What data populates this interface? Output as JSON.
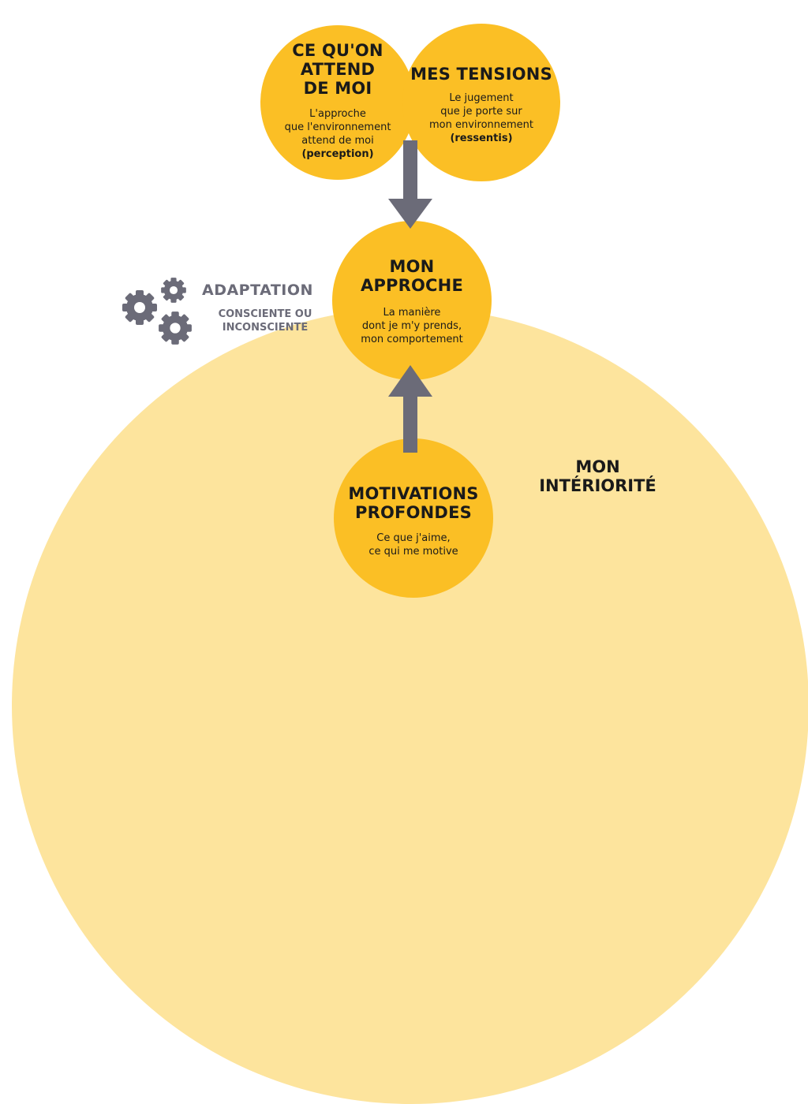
{
  "nodes": {
    "attend": {
      "title": [
        "CE QU'ON",
        "ATTEND",
        "DE MOI"
      ],
      "desc": [
        "L'approche",
        "que l'environnement",
        "attend de moi"
      ],
      "note": "(perception)"
    },
    "tensions": {
      "title": [
        "MES TENSIONS"
      ],
      "desc": [
        "Le jugement",
        "que je porte sur",
        "mon environnement"
      ],
      "note": "(ressentis)"
    },
    "approche": {
      "title": [
        "MON",
        "APPROCHE"
      ],
      "desc": [
        "La manière",
        "dont je m'y prends,",
        "mon comportement"
      ]
    },
    "motivations": {
      "title": [
        "MOTIVATIONS",
        "PROFONDES"
      ],
      "desc": [
        "Ce que j'aime,",
        "ce qui me motive"
      ]
    }
  },
  "adaptation": {
    "title": "ADAPTATION",
    "subtitle": [
      "CONSCIENTE OU",
      "INCONSCIENTE"
    ],
    "icon": "gears-icon"
  },
  "interiorite": [
    "MON",
    "INTÉRIORITÉ"
  ],
  "colors": {
    "circle": "#FBBF25",
    "dome": "#FDE49D",
    "arrow": "#6B6B78",
    "text": "#1a1a1a"
  }
}
